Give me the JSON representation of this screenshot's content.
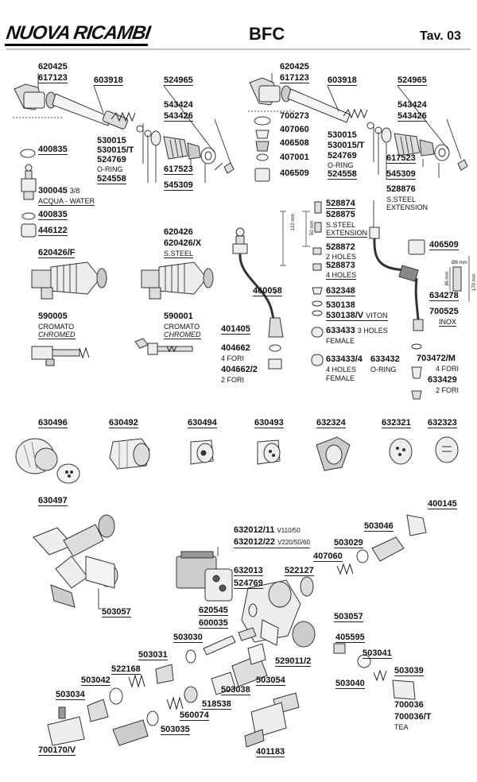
{
  "header": {
    "brand": "NUOVA RICAMBI",
    "model": "BFC",
    "table": "Tav. 03"
  },
  "diagram": {
    "top_left": {
      "parts": [
        "620425",
        "617123",
        "603918",
        "524965",
        "543424",
        "543426",
        "400835",
        "530015",
        "530015/T",
        "524769",
        "524558",
        "617523",
        "545309",
        "300045",
        "400835",
        "446122"
      ],
      "notes": {
        "oring": "O-RING",
        "size": "3/8",
        "acqua": "ACQUA - WATER"
      }
    },
    "top_right": {
      "parts": [
        "620425",
        "617123",
        "603918",
        "524965",
        "543424",
        "543426",
        "700273",
        "407060",
        "406508",
        "407001",
        "406509",
        "530015",
        "530015/T",
        "524769",
        "524558",
        "617523",
        "545309"
      ],
      "notes": {
        "oring": "O-RING"
      }
    },
    "middle": {
      "p620426F": "620426/F",
      "p620426": "620426",
      "p620426X": "620426/X",
      "steel": "S.STEEL",
      "p590005": "590005",
      "p590001": "590001",
      "cromato": "CROMATO",
      "chromed": "CHROMED",
      "p528876": "528876",
      "steel_ext": "S.STEEL",
      "extension": "EXTENSION",
      "p528874": "528874",
      "p528875": "528875",
      "steel_ext2": "S.STEEL",
      "extension2": "EXTENSION",
      "p528872": "528872",
      "holes2": "2 HOLES",
      "p528873": "528873",
      "holes4": "4 HOLES",
      "p632348": "632348",
      "p530138": "530138",
      "p530138V": "530138/V",
      "viton": "VITON",
      "p633433": "633433",
      "holes3": "3 HOLES",
      "female": "FEMALE",
      "p633433_4": "633433/4",
      "holes4b": "4 HOLES",
      "female2": "FEMALE",
      "p633432": "633432",
      "oring": "O-RING",
      "p460058": "460058",
      "p401405": "401405",
      "p404662": "404662",
      "fori4": "4 FORI",
      "p404662_2": "404662/2",
      "fori2": "2 FORI",
      "p406509": "406509",
      "p634278": "634278",
      "p700525": "700525",
      "inox": "INOX",
      "p703472M": "703472/M",
      "fori4b": "4 FORI",
      "p633429": "633429",
      "fori2b": "2 FORI",
      "dim1": "110 mm",
      "dim2": "50 mm",
      "dim3": "Ø6 mm",
      "dim4": "36 mm",
      "dim5": "170 mm"
    },
    "sprays": [
      "630496",
      "630492",
      "630494",
      "630493",
      "632324",
      "632321",
      "632323",
      "630497"
    ],
    "bottom": {
      "p400145": "400145",
      "p503046": "503046",
      "p503029": "503029",
      "p632012_11": "632012/11",
      "v110": "V110/50",
      "p632012_22": "632012/22",
      "v220": "V220/50/60",
      "p407060": "407060",
      "p632013": "632013",
      "p522127": "522127",
      "p524769": "524769",
      "p503057a": "503057",
      "p620545": "620545",
      "p600035": "600035",
      "p503057b": "503057",
      "p503030": "503030",
      "p405595": "405595",
      "p503031": "503031",
      "p503041": "503041",
      "p529011_2": "529011/2",
      "p522168": "522168",
      "p503039": "503039",
      "p503042": "503042",
      "p503054": "503054",
      "p503040": "503040",
      "p503038": "503038",
      "p503034": "503034",
      "p518538": "518538",
      "p700036": "700036",
      "p560074": "560074",
      "p700036T": "700036/T",
      "tea": "TEA",
      "p503035": "503035",
      "p700170V": "700170/V",
      "p401183": "401183"
    }
  }
}
